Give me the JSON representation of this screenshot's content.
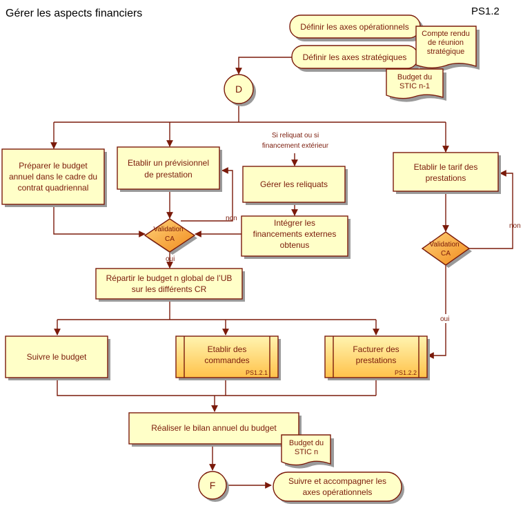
{
  "header": {
    "title": "Gérer les aspects financiers",
    "code": "PS1.2"
  },
  "colors": {
    "box_fill": "#ffffc8",
    "box_stroke": "#7a1a0a",
    "line": "#7a1a0a",
    "diamond": "#f7a428",
    "sub_fill": "#ffd37a",
    "shadow": "#9a9a9a"
  },
  "nodes": {
    "axes_operationnels": "Définir les axes opérationnels",
    "axes_strategiques": "Définir les axes stratégiques",
    "compte_rendu": [
      "Compte rendu",
      "de réunion",
      "stratégique"
    ],
    "budget_stic_n1": [
      "Budget du",
      "STIC n-1"
    ],
    "start": "D",
    "preparer_budget": [
      "Préparer le budget",
      "annuel dans le cadre du",
      "contrat quadriennal"
    ],
    "etablir_previsionnel": [
      "Etablir un prévisionnel",
      "de prestation"
    ],
    "gerer_reliquats": "Gérer les reliquats",
    "integrer_financements": [
      "Intégrer les",
      "financements externes",
      "obtenus"
    ],
    "etablir_tarif": [
      "Etablir le tarif des",
      "prestations"
    ],
    "validation_ca_1": [
      "Validation",
      "CA"
    ],
    "validation_ca_2": [
      "Validation",
      "CA"
    ],
    "repartir_budget": [
      "Répartir le budget n global de l’UB",
      "sur les différents CR"
    ],
    "suivre_budget": "Suivre le budget",
    "etablir_commandes": [
      "Etablir des",
      "commandes"
    ],
    "etablir_commandes_code": "PS1.2.1",
    "facturer_prestations": [
      "Facturer des",
      "prestations"
    ],
    "facturer_prestations_code": "PS1.2.2",
    "bilan_annuel": "Réaliser le bilan annuel du budget",
    "budget_stic_n": [
      "Budget du",
      "STIC n"
    ],
    "end": "F",
    "suivre_accompagner": [
      "Suivre et accompagner les",
      "axes opérationnels"
    ]
  },
  "labels": {
    "reliquat_condition": [
      "Si reliquat ou si",
      "financement extérieur"
    ],
    "non_1": "non",
    "non_2": "non",
    "oui_1": "oui",
    "oui_2": "oui"
  }
}
